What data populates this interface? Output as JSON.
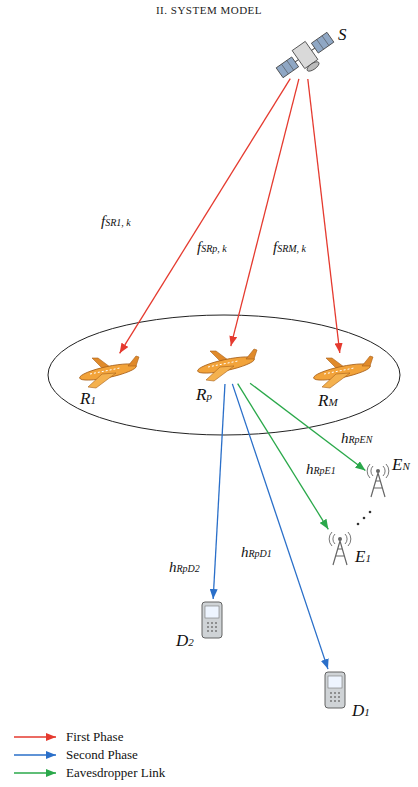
{
  "diagram": {
    "title": "II. SYSTEM MODEL",
    "nodes": [
      {
        "text": [
          "S"
        ]
      },
      {
        "text": [
          "R1"
        ]
      },
      {
        "text": [
          "Rp"
        ]
      },
      {
        "text": [
          "RM"
        ]
      },
      {
        "text": [
          "EN"
        ]
      },
      {
        "text": [
          "E1"
        ]
      },
      {
        "text": [
          "D2"
        ]
      },
      {
        "text": [
          "D1"
        ]
      }
    ],
    "edges": [
      {
        "from": 0,
        "to": 1,
        "label": "fSR1, k",
        "arrow": "to"
      },
      {
        "from": 0,
        "to": 2,
        "label": "fSRp, k",
        "arrow": "to"
      },
      {
        "from": 0,
        "to": 3,
        "label": "fSRM, k",
        "arrow": "to"
      },
      {
        "from": 2,
        "to": 6,
        "label": "hRpD2",
        "arrow": "to"
      },
      {
        "from": 2,
        "to": 7,
        "label": "hRpD1",
        "arrow": "to"
      },
      {
        "from": 2,
        "to": 5,
        "label": "hRpE1",
        "arrow": "to"
      },
      {
        "from": 2,
        "to": 4,
        "label": "hRpEN",
        "arrow": "to"
      }
    ],
    "legend": [
      {
        "text": "First Phase"
      },
      {
        "text": "Second Phase"
      },
      {
        "text": "Eavesdropper Link"
      }
    ]
  }
}
